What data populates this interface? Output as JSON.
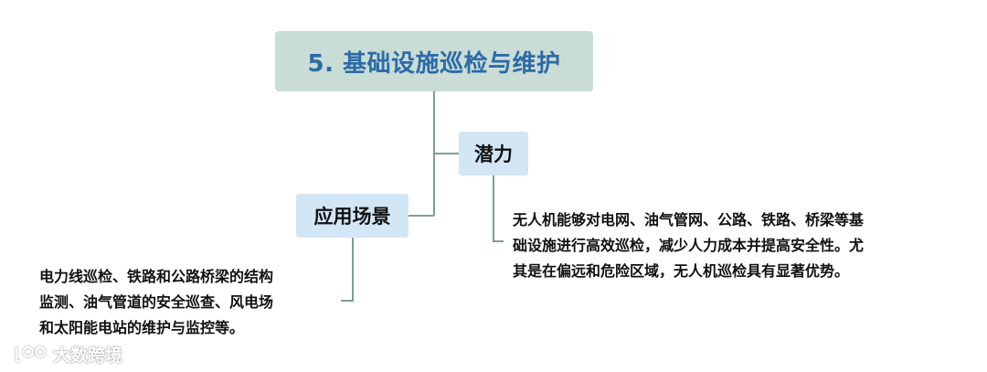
{
  "diagram": {
    "root": {
      "title": "5. 基础设施巡检与维护"
    },
    "branches": {
      "potential": {
        "label": "潜力",
        "lines": [
          "无人机能够对电网、油气管网、公路、铁路、桥梁等基",
          "础设施进行高效巡检，减少人力成本并提高安全性。尤",
          "其是在偏远和危险区域，无人机巡检具有显著优势。"
        ]
      },
      "scenarios": {
        "label": "应用场景",
        "lines": [
          "电力线巡检、铁路和公路桥梁的结构",
          "监测、油气管道的安全巡查、风电场",
          "和太阳能电站的维护与监控等。"
        ]
      }
    },
    "colors": {
      "root_fill": "#c9dcd6",
      "root_text": "#2d6aa8",
      "branch_fill": "#d3e6f6",
      "connector": "#7f9c94"
    }
  },
  "watermark": {
    "text": "大数跨境",
    "icon": "brand-logo-icon"
  }
}
